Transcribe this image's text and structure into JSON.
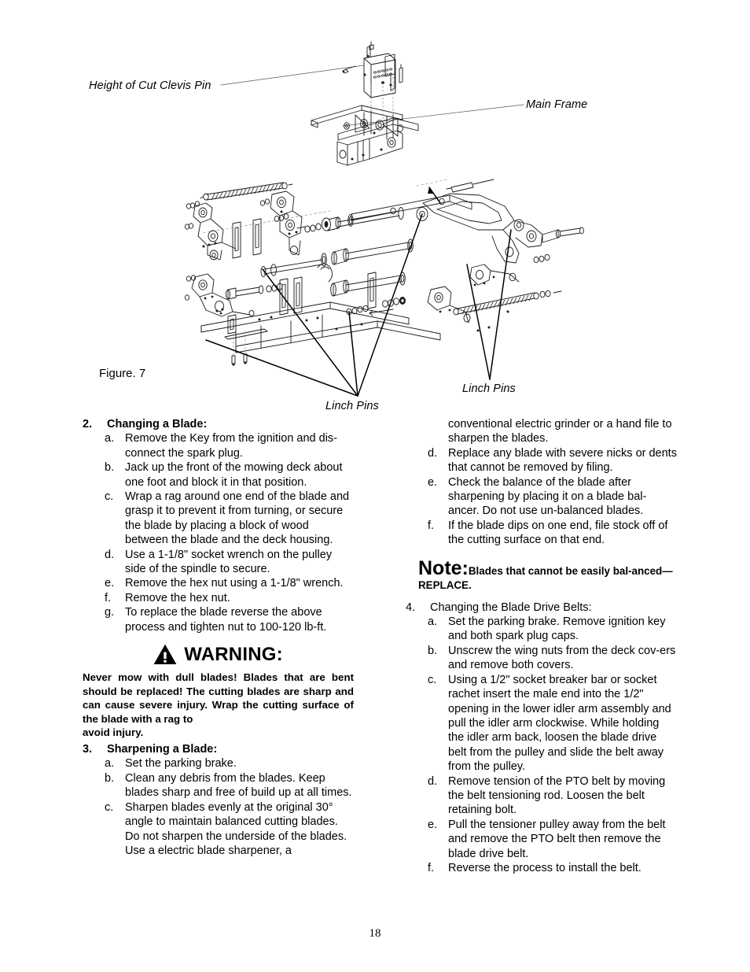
{
  "figure": {
    "caption": "Figure. 7",
    "labels": {
      "height_of_cut_clevis_pin": "Height of Cut Clevis Pin",
      "main_frame": "Main Frame",
      "linch_pins_left": "Linch Pins",
      "linch_pins_right": "Linch Pins"
    },
    "alt": "Exploded isometric line drawing of a mower deck lift linkage assembly showing the main frame, height of cut clevis pin, lift arms, springs, rods and linch pins."
  },
  "left_column": {
    "item2": {
      "number": "2.",
      "title": "Changing a Blade:",
      "steps": [
        {
          "letter": "a.",
          "text": "Remove the Key from the ignition and dis-connect the spark plug."
        },
        {
          "letter": "b.",
          "text": "Jack up the front of the mowing deck about one foot and block it in that position."
        },
        {
          "letter": "c.",
          "text": "Wrap a rag around one end of the blade and grasp it to prevent it from turning, or secure the blade by placing a block of wood between the blade and the deck housing."
        },
        {
          "letter": "d.",
          "text": "Use a 1-1/8\" socket wrench on the pulley side of the spindle to secure."
        },
        {
          "letter": "e.",
          "text": "Remove the hex nut using a 1-1/8\" wrench."
        },
        {
          "letter": "f.",
          "text": "Remove the hex nut."
        },
        {
          "letter": "g.",
          "text": "To replace the blade reverse the above process and tighten nut to 100-120 lb-ft."
        }
      ]
    },
    "warning": {
      "icon": "warning-triangle-icon",
      "title": "WARNING:",
      "body": "Never mow with dull blades! Blades that are bent should be replaced! The cutting blades are sharp and can cause severe injury. Wrap the cutting surface of the blade with a rag to",
      "body_last_line": "avoid injury."
    },
    "item3": {
      "number": "3.",
      "title": "Sharpening a Blade:",
      "steps": [
        {
          "letter": "a.",
          "text": "Set the parking brake."
        },
        {
          "letter": "b.",
          "text": "Clean any debris from the blades. Keep blades sharp and free of build up at all times."
        },
        {
          "letter": "c.",
          "text": "Sharpen blades evenly at the original 30° angle to maintain balanced cutting blades. Do not sharpen the underside of the blades. Use a electric blade sharpener, a"
        }
      ]
    }
  },
  "right_column": {
    "continuation": "conventional electric grinder or a hand file to sharpen the blades.",
    "item3_steps_cont": [
      {
        "letter": "d.",
        "text": "Replace any blade with severe nicks or dents that cannot be removed by filing."
      },
      {
        "letter": "e.",
        "text": "Check the balance of the blade after sharpening by placing it on a blade bal-ancer. Do not use un-balanced blades."
      },
      {
        "letter": "f.",
        "text": "If the blade dips on one end, file stock off of the cutting surface on that end."
      }
    ],
    "note": {
      "word": "Note:",
      "text": "Blades that cannot be easily bal-anced—REPLACE."
    },
    "item4": {
      "number": "4.",
      "title": "Changing the Blade Drive Belts:",
      "steps": [
        {
          "letter": "a.",
          "text": "Set the parking brake. Remove ignition key and both spark plug caps."
        },
        {
          "letter": "b.",
          "text": "Unscrew the wing nuts from the deck cov-ers and remove both covers."
        },
        {
          "letter": "c.",
          "text": "Using a 1/2\" socket breaker bar or socket rachet insert the male end into the 1/2\" opening in the lower idler arm assembly and pull the idler arm clockwise. While holding the idler arm back, loosen the blade drive belt from the pulley and slide the belt away from the pulley."
        },
        {
          "letter": "d.",
          "text": "Remove tension of the PTO belt by moving the belt tensioning rod. Loosen the belt retaining bolt."
        },
        {
          "letter": "e.",
          "text": "Pull the tensioner pulley away from the belt and remove the PTO belt then remove the blade drive belt."
        },
        {
          "letter": "f.",
          "text": "Reverse the process to install the belt."
        }
      ]
    }
  },
  "footer": {
    "page_number": "18"
  },
  "colors": {
    "text": "#000000",
    "background": "#ffffff",
    "line_art": "#1a1a1a"
  }
}
